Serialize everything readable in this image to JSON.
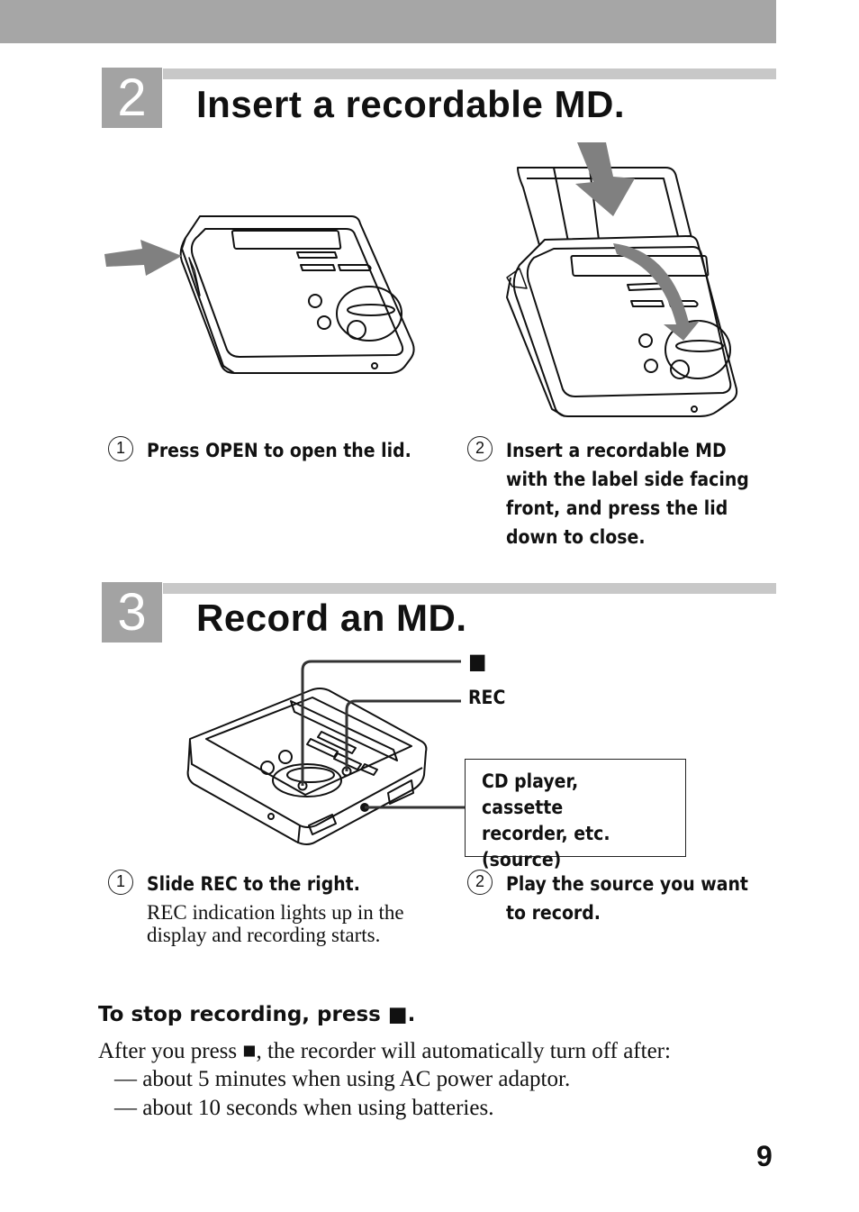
{
  "step2": {
    "number": "2",
    "title": "Insert a recordable MD.",
    "sub1_num": "1",
    "sub1_text": "Press OPEN to open the lid.",
    "sub2_num": "2",
    "sub2_text": "Insert a recordable MD with the label side facing front, and press the lid down to close."
  },
  "step3": {
    "number": "3",
    "title": "Record an MD.",
    "label_stop": "■",
    "label_rec": "REC",
    "source_box": "CD player, cassette\nrecorder, etc.\n(source)",
    "sub1_num": "1",
    "sub1_text": "Slide REC to the right.",
    "sub1_detail": "REC indication lights up in the display and recording starts.",
    "sub2_num": "2",
    "sub2_text": "Play the source you want to record."
  },
  "stop": {
    "heading": "To stop recording, press ■.",
    "intro": "After you press ■, the recorder will automatically turn off after:",
    "items": [
      "— about 5 minutes when using AC power adaptor.",
      "— about 10 seconds when using batteries."
    ]
  },
  "page_number": "9"
}
